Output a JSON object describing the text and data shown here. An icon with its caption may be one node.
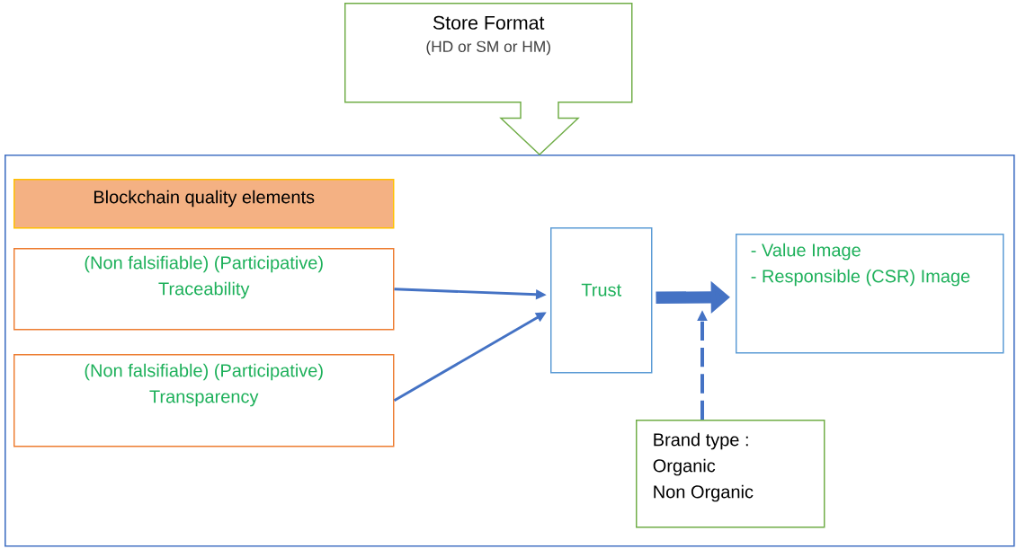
{
  "diagram": {
    "nodes": [
      {
        "text": [
          "Store Format",
          "(HD or SM or HM)"
        ]
      },
      {
        "text": [],
        "shape": "box"
      },
      {
        "text": [
          "Blockchain quality elements"
        ],
        "in": 1
      },
      {
        "text": [
          "(Non falsifiable) (Participative) Traceability"
        ],
        "in": 1
      },
      {
        "text": [
          "(Non falsifiable) (Participative) Transparency"
        ],
        "in": 1
      },
      {
        "text": [
          "Trust"
        ],
        "in": 1
      },
      {
        "text": [
          "- Value Image",
          "- Responsible (CSR) Image"
        ],
        "in": 1
      },
      {
        "text": [
          "Brand type :",
          "Organic",
          "Non Organic"
        ],
        "in": 1
      }
    ],
    "edges": [
      {
        "from": 0,
        "to": 1,
        "arrow": "to",
        "style": "thick",
        "color": "#70ad47"
      },
      {
        "from": 3,
        "to": 5,
        "arrow": "to"
      },
      {
        "from": 4,
        "to": 5,
        "arrow": "to"
      },
      {
        "from": 5,
        "to": 6,
        "arrow": "to",
        "style": "thick"
      },
      {
        "from": 7,
        "to": null,
        "arrow": "to",
        "style": "dashed"
      }
    ]
  }
}
